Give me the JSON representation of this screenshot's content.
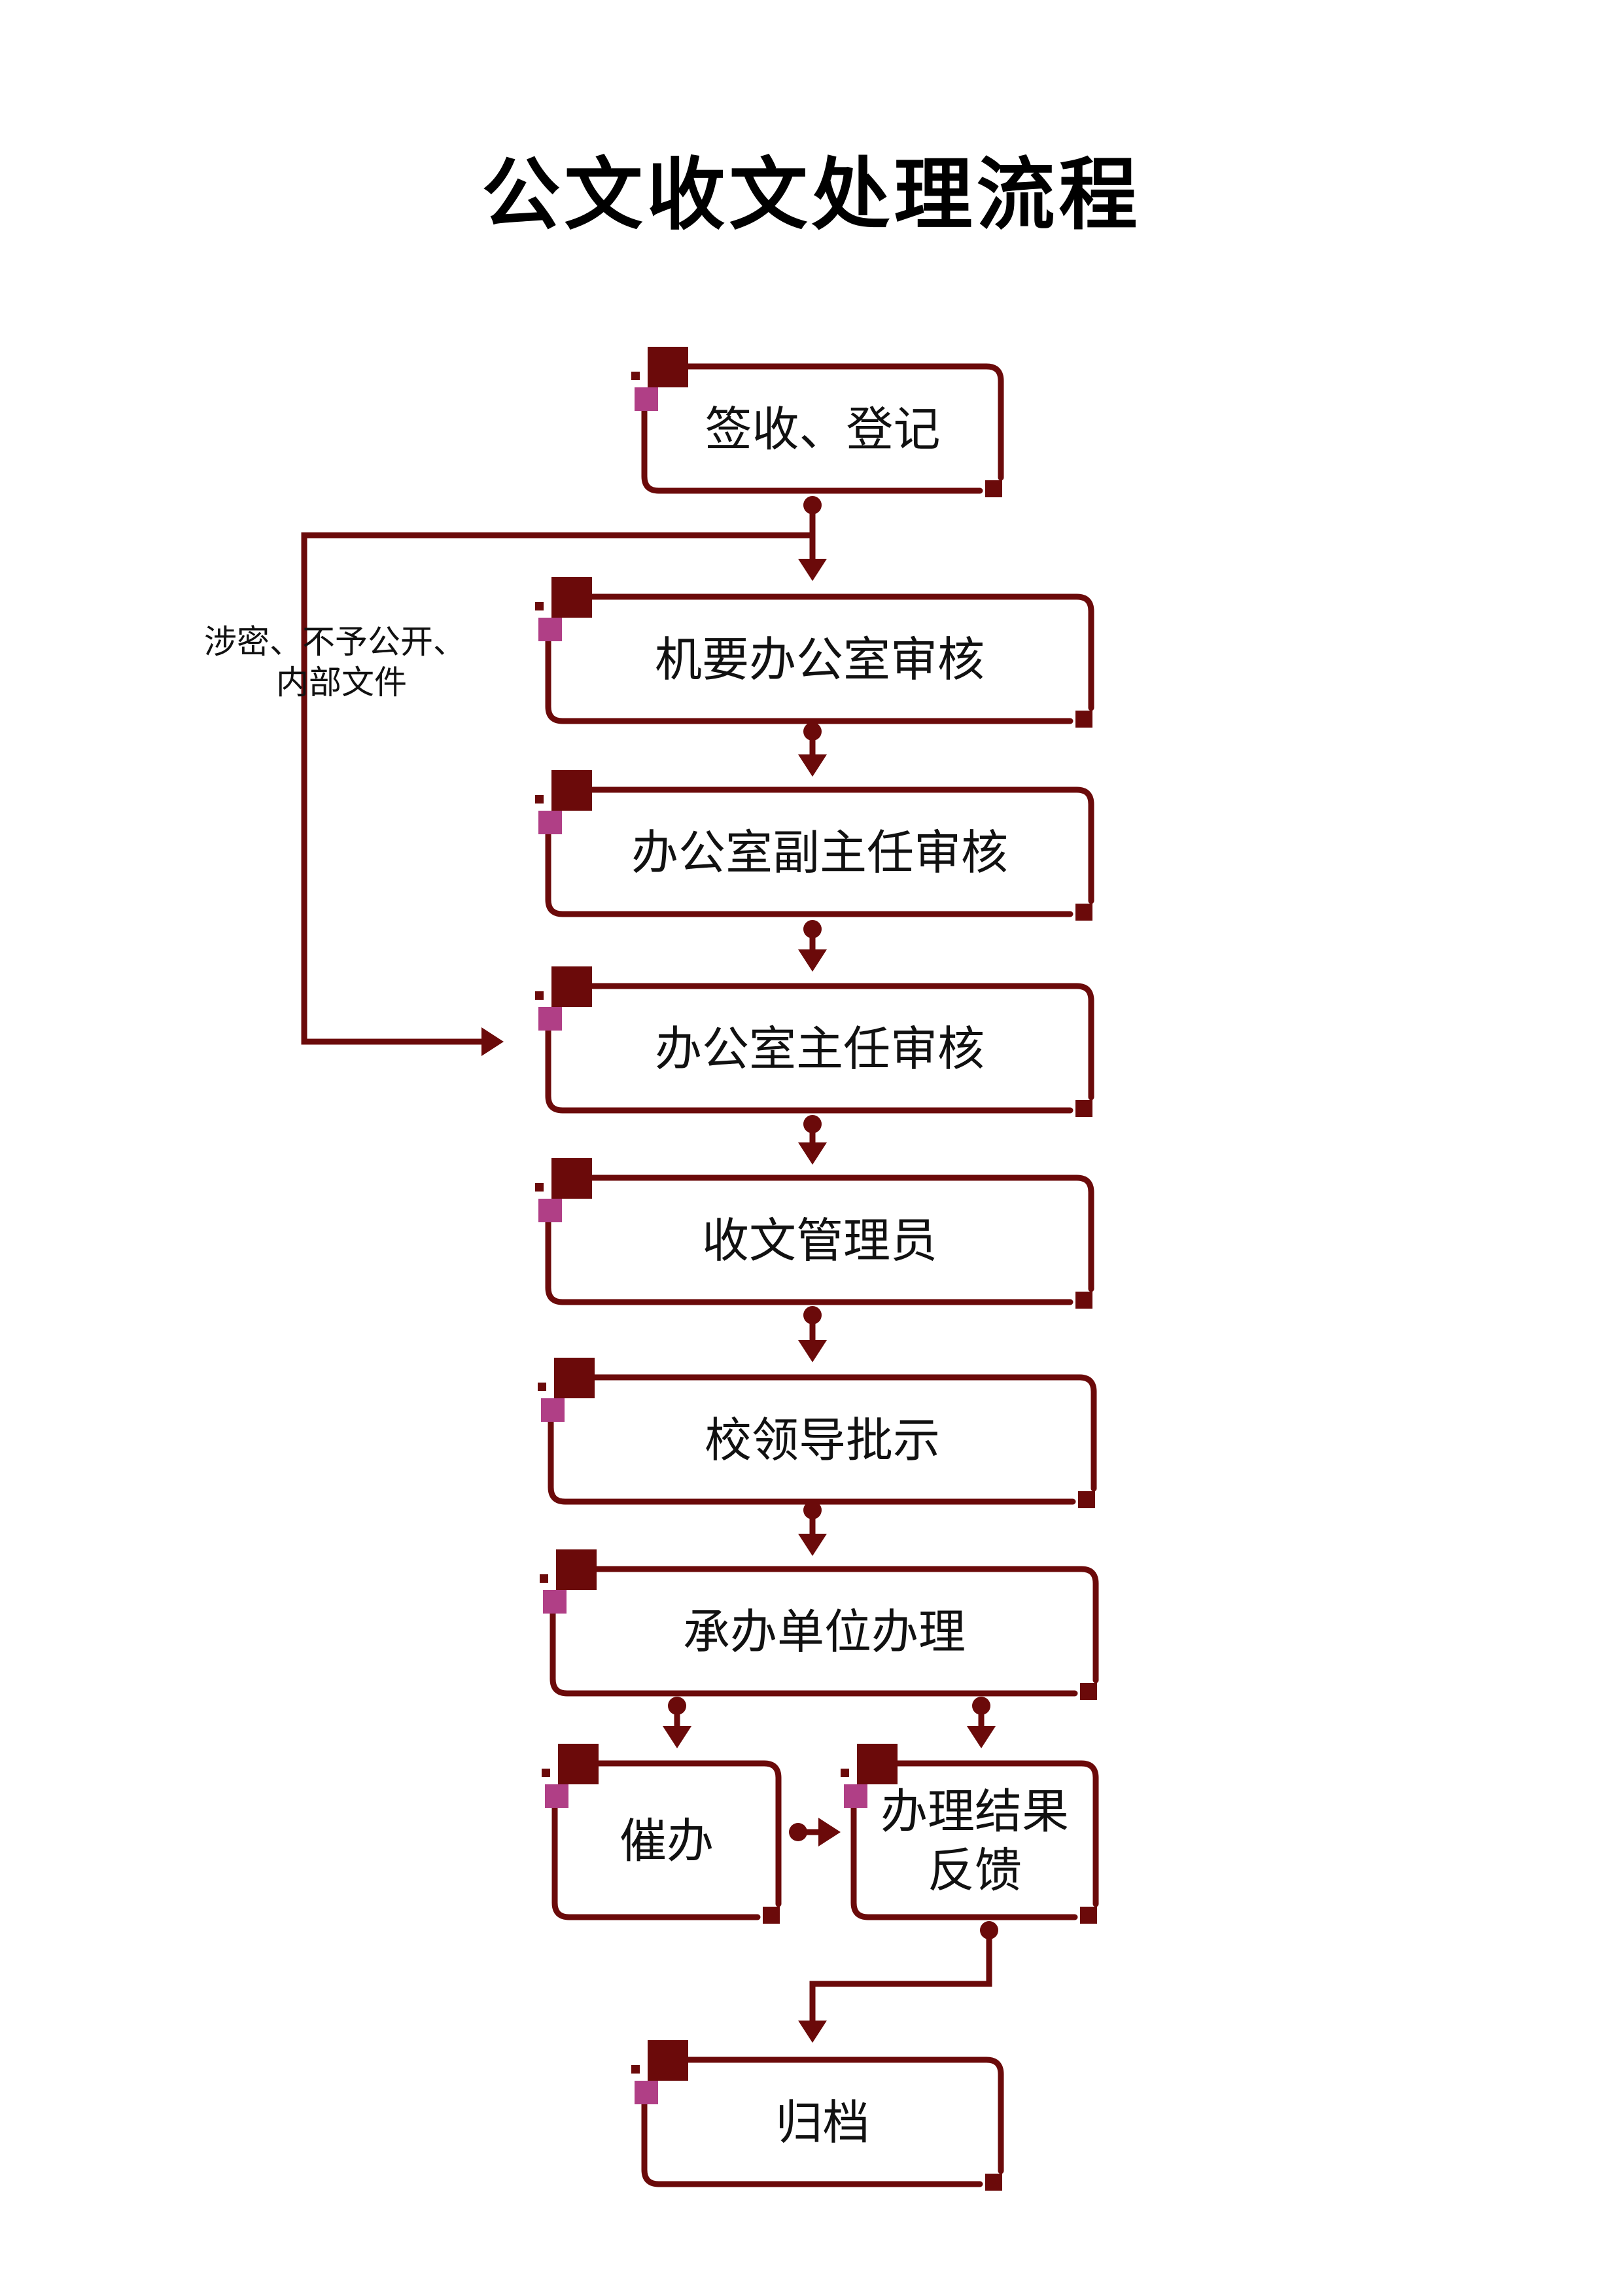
{
  "title": "公文收文处理流程",
  "colors": {
    "accent": "#6b0a0a",
    "pink": "#b03f86"
  },
  "nodes": [
    {
      "id": "sign-receive",
      "lines": [
        "签收、登记"
      ]
    },
    {
      "id": "confidential-office-review",
      "lines": [
        "机要办公室审核"
      ]
    },
    {
      "id": "deputy-director-review",
      "lines": [
        "办公室副主任审核"
      ]
    },
    {
      "id": "director-review",
      "lines": [
        "办公室主任审核"
      ]
    },
    {
      "id": "document-clerk",
      "lines": [
        "收文管理员"
      ]
    },
    {
      "id": "leader-approval",
      "lines": [
        "校领导批示"
      ]
    },
    {
      "id": "handling-unit",
      "lines": [
        "承办单位办理"
      ]
    },
    {
      "id": "urge",
      "lines": [
        "催办"
      ]
    },
    {
      "id": "result-feedback",
      "lines": [
        "办理结果",
        "反馈"
      ]
    },
    {
      "id": "archive",
      "lines": [
        "归档"
      ]
    }
  ],
  "bypass_label": [
    "涉密、不予公开、",
    "内部文件"
  ]
}
